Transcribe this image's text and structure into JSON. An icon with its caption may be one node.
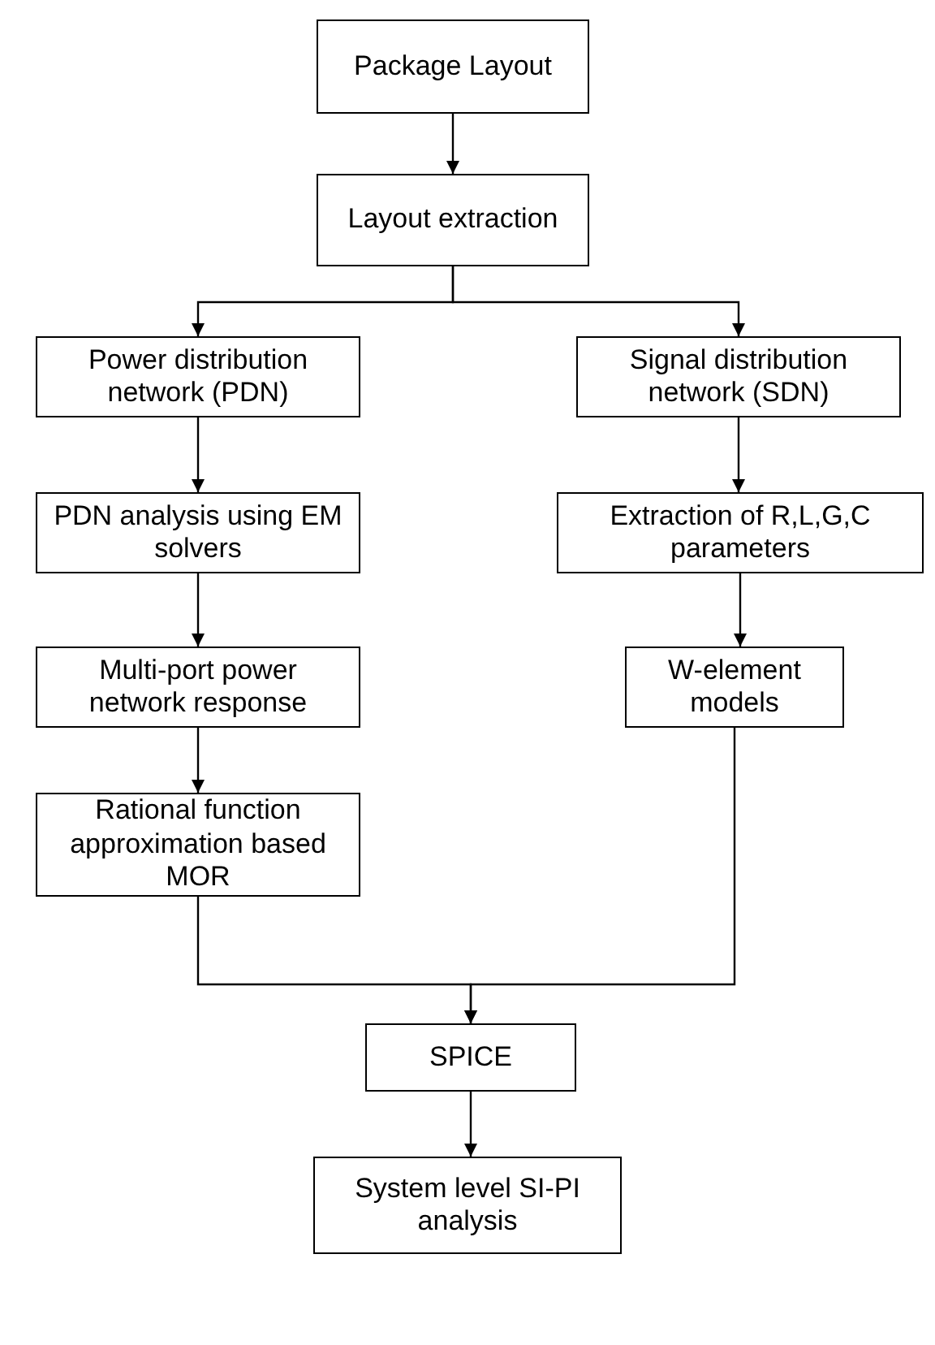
{
  "diagram": {
    "nodes": [
      {
        "text": [
          "Package Layout"
        ]
      },
      {
        "text": [
          "Layout extraction"
        ]
      },
      {
        "text": [
          "Power distribution network (PDN)"
        ]
      },
      {
        "text": [
          "Signal distribution network (SDN)"
        ]
      },
      {
        "text": [
          "PDN analysis using EM solvers"
        ]
      },
      {
        "text": [
          "Extraction of R,L,G,C parameters"
        ]
      },
      {
        "text": [
          "Multi-port power network response"
        ]
      },
      {
        "text": [
          "W-element models"
        ]
      },
      {
        "text": [
          "Rational function approximation based MOR"
        ]
      },
      {
        "text": [
          "SPICE"
        ]
      },
      {
        "text": [
          "System level SI-PI analysis"
        ]
      }
    ],
    "edges": [
      {
        "from": 0,
        "to": 1,
        "arrow": "to"
      },
      {
        "from": 1,
        "to": 2,
        "arrow": "to"
      },
      {
        "from": 1,
        "to": 3,
        "arrow": "to"
      },
      {
        "from": 2,
        "to": 4,
        "arrow": "to"
      },
      {
        "from": 3,
        "to": 5,
        "arrow": "to"
      },
      {
        "from": 4,
        "to": 6,
        "arrow": "to"
      },
      {
        "from": 5,
        "to": 7,
        "arrow": "to"
      },
      {
        "from": 6,
        "to": 8,
        "arrow": "to"
      },
      {
        "from": 8,
        "to": 9,
        "arrow": "to"
      },
      {
        "from": 7,
        "to": 9,
        "arrow": "to"
      },
      {
        "from": 9,
        "to": 10,
        "arrow": "to"
      }
    ]
  }
}
